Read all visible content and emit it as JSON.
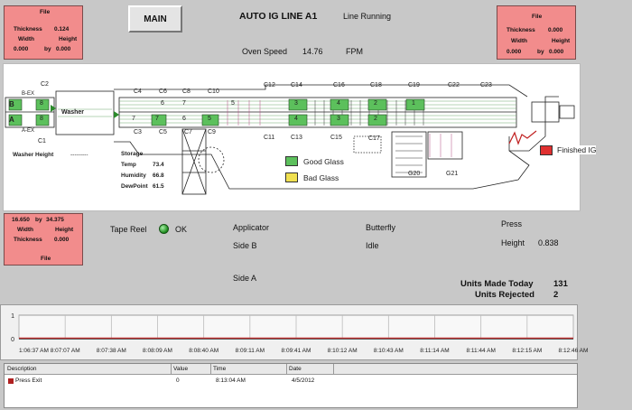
{
  "header": {
    "main_button": "MAIN",
    "title": "AUTO IG LINE A1",
    "status": "Line Running",
    "oven_speed_label": "Oven Speed",
    "oven_speed_value": "14.76",
    "oven_speed_unit": "FPM"
  },
  "file_top_left": {
    "title": "File",
    "thickness_label": "Thickness",
    "thickness_value": "0.124",
    "width_label": "Width",
    "height_label": "Height",
    "width_value": "0.000",
    "by": "by",
    "height_value": "0.000"
  },
  "file_top_right": {
    "title": "File",
    "thickness_label": "Thickness",
    "thickness_value": "0.000",
    "width_label": "Width",
    "height_label": "Height",
    "width_value": "0.000",
    "by": "by",
    "height_value": "0.000"
  },
  "file_bottom_left": {
    "width_value": "16.650",
    "by": "by",
    "height_value": "34.375",
    "width_label": "Width",
    "height_label": "Height",
    "thickness_label": "Thickness",
    "thickness_value": "0.000",
    "title": "File"
  },
  "schematic": {
    "stations_top": [
      "C2",
      "C4",
      "C6",
      "C8",
      "C10",
      "C12",
      "C14",
      "C16",
      "C18",
      "C19",
      "C22",
      "C23"
    ],
    "stations_bottom": [
      "C1",
      "C3",
      "C5",
      "C7",
      "C9",
      "C11",
      "C13",
      "C15",
      "C17",
      "G20",
      "G21"
    ],
    "row_labels": {
      "b": "B",
      "a": "A",
      "b_ex": "B-EX",
      "a_ex": "A-EX"
    },
    "box_numbers": {
      "bx1": "8",
      "bx2": "8",
      "bx3": "7",
      "bx4": "7",
      "bx5": "6",
      "bx6": "5",
      "bx7": "4",
      "bx8": "3",
      "bx9": "2",
      "bx10": "1",
      "bx11": "7",
      "bx12": "6",
      "bx13": "5",
      "bx14": "4",
      "bx15": "3",
      "bx16": "2"
    },
    "washer_label": "Washer",
    "washer_height_label": "Washer Height",
    "washer_height_value": "---------",
    "storage_label": "Storage",
    "temp_label": "Temp",
    "temp_value": "73.4",
    "humidity_label": "Humidity",
    "humidity_value": "66.8",
    "dewpoint_label": "DewPoint",
    "dewpoint_value": "61.5",
    "legend_good": "Good Glass",
    "legend_bad": "Bad Glass",
    "legend_finished": "Finished IG",
    "legend_good_color": "#5cc05c",
    "legend_bad_color": "#f0e050",
    "legend_finished_color": "#e03030"
  },
  "status": {
    "tape_reel_label": "Tape Reel",
    "tape_reel_value": "OK",
    "applicator_label": "Applicator",
    "side_b_label": "Side B",
    "side_a_label": "Side A",
    "butterfly_label": "Butterfly",
    "butterfly_value": "Idle",
    "press_label": "Press",
    "height_label": "Height",
    "height_value": "0.838",
    "units_today_label": "Units Made Today",
    "units_today_value": "131",
    "units_rejected_label": "Units Rejected",
    "units_rejected_value": "2"
  },
  "chart_data": {
    "type": "line",
    "y_ticks": [
      "1",
      "0"
    ],
    "x": [
      "1:06:37 AM",
      "8:07:07 AM",
      "8:07:38 AM",
      "8:08:09 AM",
      "8:08:40 AM",
      "8:09:11 AM",
      "8:09:41 AM",
      "8:10:12 AM",
      "8:10:43 AM",
      "8:11:14 AM",
      "8:11:44 AM",
      "8:12:15 AM",
      "8:12:46 AM"
    ],
    "series": [
      {
        "values": [
          0,
          0,
          0,
          0,
          0,
          0,
          0,
          0,
          0,
          0,
          0,
          0,
          0
        ],
        "color": "#000000"
      },
      {
        "values": [
          0,
          0,
          0,
          0,
          0,
          0,
          0,
          0,
          0,
          0,
          0,
          0,
          0
        ],
        "color": "#c03030"
      }
    ],
    "ylim": [
      0,
      1
    ]
  },
  "events": {
    "headers": [
      "Description",
      "Value",
      "Time",
      "Date"
    ],
    "rows": [
      {
        "description": "Press Exit",
        "value": "0",
        "time": "8:13:04 AM",
        "date": "4/5/2012"
      }
    ]
  }
}
